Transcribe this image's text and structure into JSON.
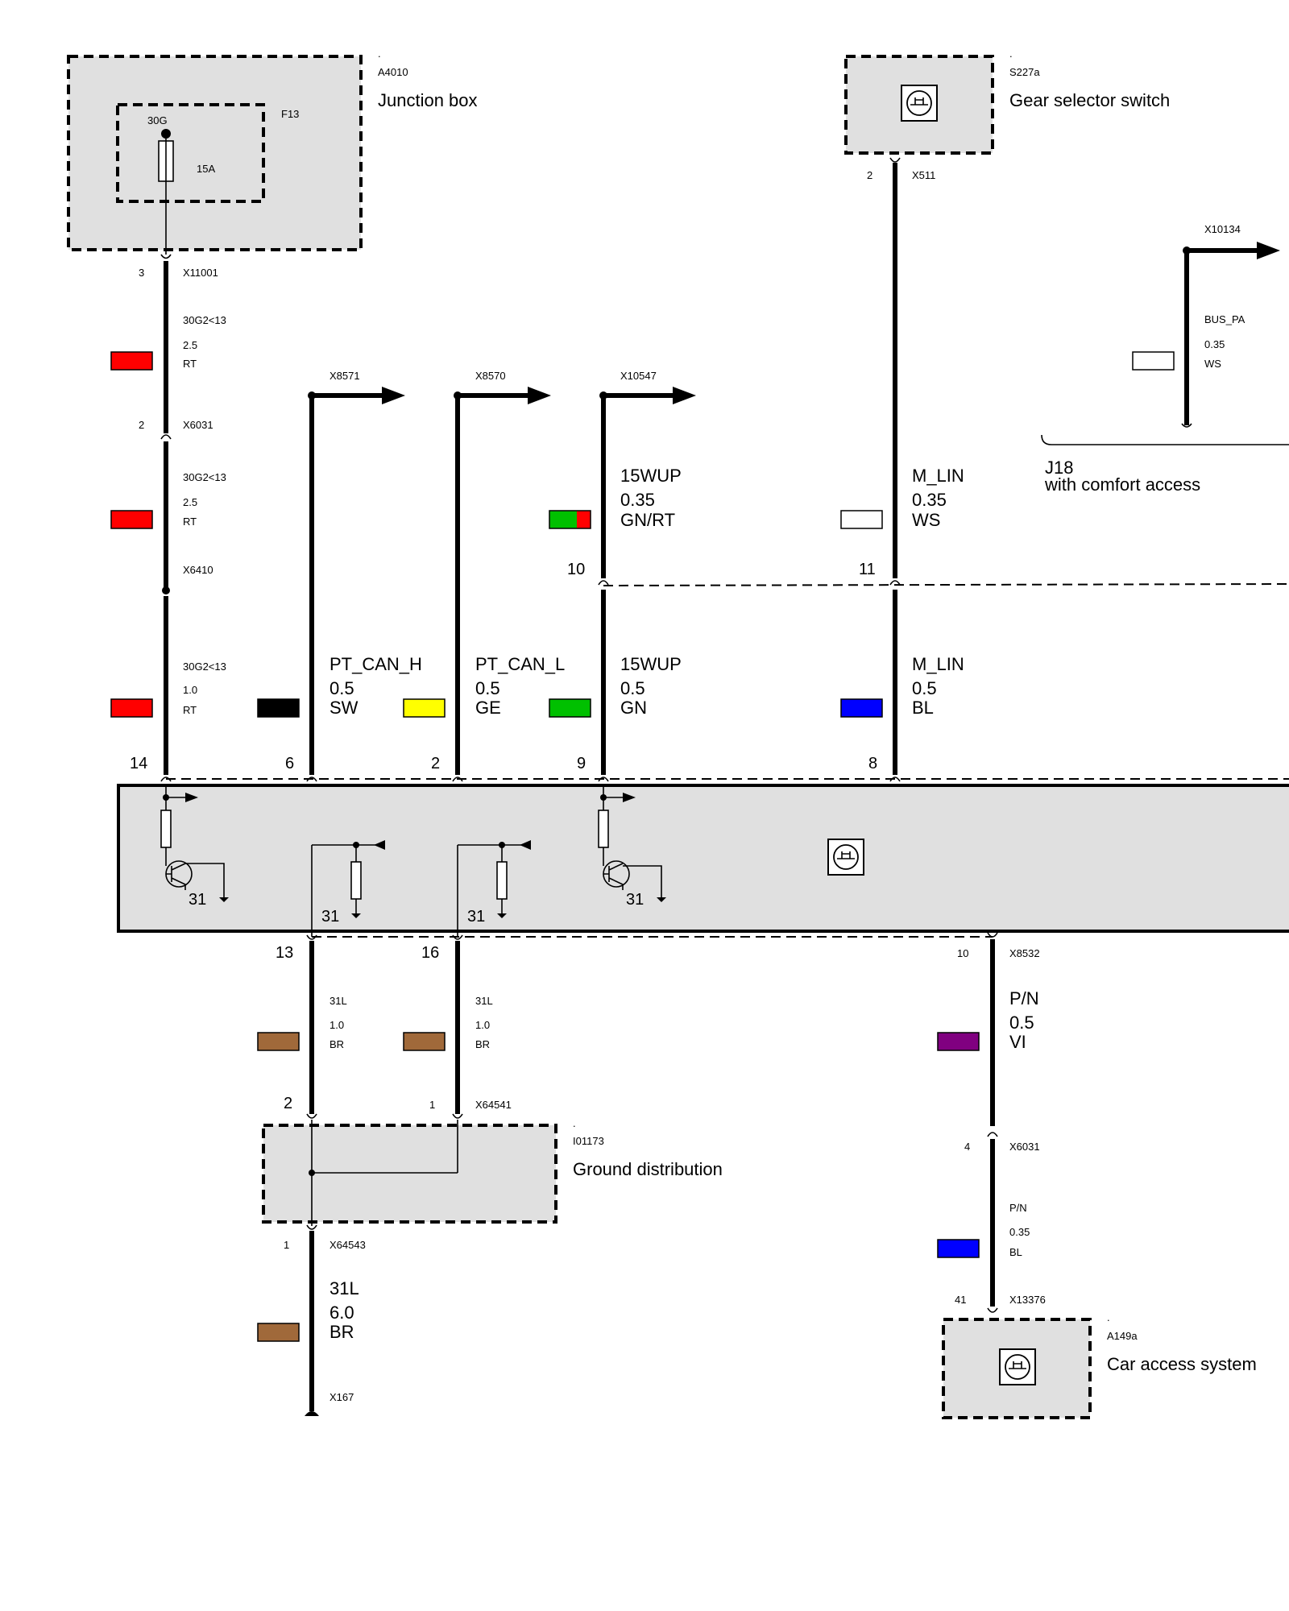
{
  "colors": {
    "RT": "#ff0000",
    "SW": "#000000",
    "GE": "#ffff00",
    "GN": "#00c000",
    "BL": "#0000ff",
    "WS": "#ffffff",
    "BR": "#a0693a",
    "VI": "#800080",
    "box_fill": "#e0e0e0"
  },
  "components": {
    "junction_box": {
      "dot": ".",
      "id": "A4010",
      "name": "Junction box",
      "fuse_id": "F13",
      "fuse_terminal": "30G",
      "fuse_rating": "15A"
    },
    "gear_selector": {
      "dot": ".",
      "id": "S227a",
      "name": "Gear selector switch"
    },
    "ground_distribution": {
      "dot": ".",
      "id": "I01173",
      "name": "Ground distribution"
    },
    "car_access": {
      "dot": ".",
      "id": "A149a",
      "name": "Car access system"
    }
  },
  "variant": {
    "code": "J18",
    "text": "with comfort access"
  },
  "connectors": {
    "x11001": {
      "id": "X11001",
      "pin": "3"
    },
    "x6031_a": {
      "id": "X6031",
      "pin": "2"
    },
    "x6410": {
      "id": "X6410"
    },
    "x8571": {
      "id": "X8571"
    },
    "x8570": {
      "id": "X8570"
    },
    "x10547": {
      "id": "X10547"
    },
    "x511": {
      "id": "X511",
      "pin": "2"
    },
    "x10134": {
      "id": "X10134"
    },
    "x8532": {
      "id": "X8532",
      "pin": "10"
    },
    "x64541": {
      "id": "X64541",
      "pin": "1"
    },
    "x64543": {
      "id": "X64543",
      "pin": "1"
    },
    "x167": {
      "id": "X167"
    },
    "x6031_b": {
      "id": "X6031",
      "pin": "4"
    },
    "x13376": {
      "id": "X13376",
      "pin": "41"
    }
  },
  "wires": {
    "w30g_1": {
      "name": "30G2<13",
      "size": "2.5",
      "color": "RT"
    },
    "w30g_2": {
      "name": "30G2<13",
      "size": "2.5",
      "color": "RT"
    },
    "w30g_3": {
      "name": "30G2<13",
      "size": "1.0",
      "color": "RT"
    },
    "pt_can_h": {
      "name": "PT_CAN_H",
      "size": "0.5",
      "color": "SW"
    },
    "pt_can_l": {
      "name": "PT_CAN_L",
      "size": "0.5",
      "color": "GE"
    },
    "w15wup_top": {
      "name": "15WUP",
      "size": "0.35",
      "color": "GN/RT"
    },
    "w15wup_bot": {
      "name": "15WUP",
      "size": "0.5",
      "color": "GN"
    },
    "mlin_top": {
      "name": "M_LIN",
      "size": "0.35",
      "color": "WS"
    },
    "mlin_bot": {
      "name": "M_LIN",
      "size": "0.5",
      "color": "BL"
    },
    "bus_pa": {
      "name": "BUS_PA",
      "size": "0.35",
      "color": "WS"
    },
    "w31l_a": {
      "name": "31L",
      "size": "1.0",
      "color": "BR"
    },
    "w31l_b": {
      "name": "31L",
      "size": "1.0",
      "color": "BR"
    },
    "w31l_main": {
      "name": "31L",
      "size": "6.0",
      "color": "BR"
    },
    "pn_top": {
      "name": "P/N",
      "size": "0.5",
      "color": "VI"
    },
    "pn_bot": {
      "name": "P/N",
      "size": "0.35",
      "color": "BL"
    }
  },
  "pins": {
    "variant_10": "10",
    "variant_11": "11",
    "module_top": [
      "14",
      "6",
      "2",
      "9",
      "8"
    ],
    "module_bottom": [
      "13",
      "16"
    ],
    "ground_2": "2"
  },
  "module": {
    "ground_labels": [
      "31",
      "31",
      "31",
      "31"
    ]
  }
}
